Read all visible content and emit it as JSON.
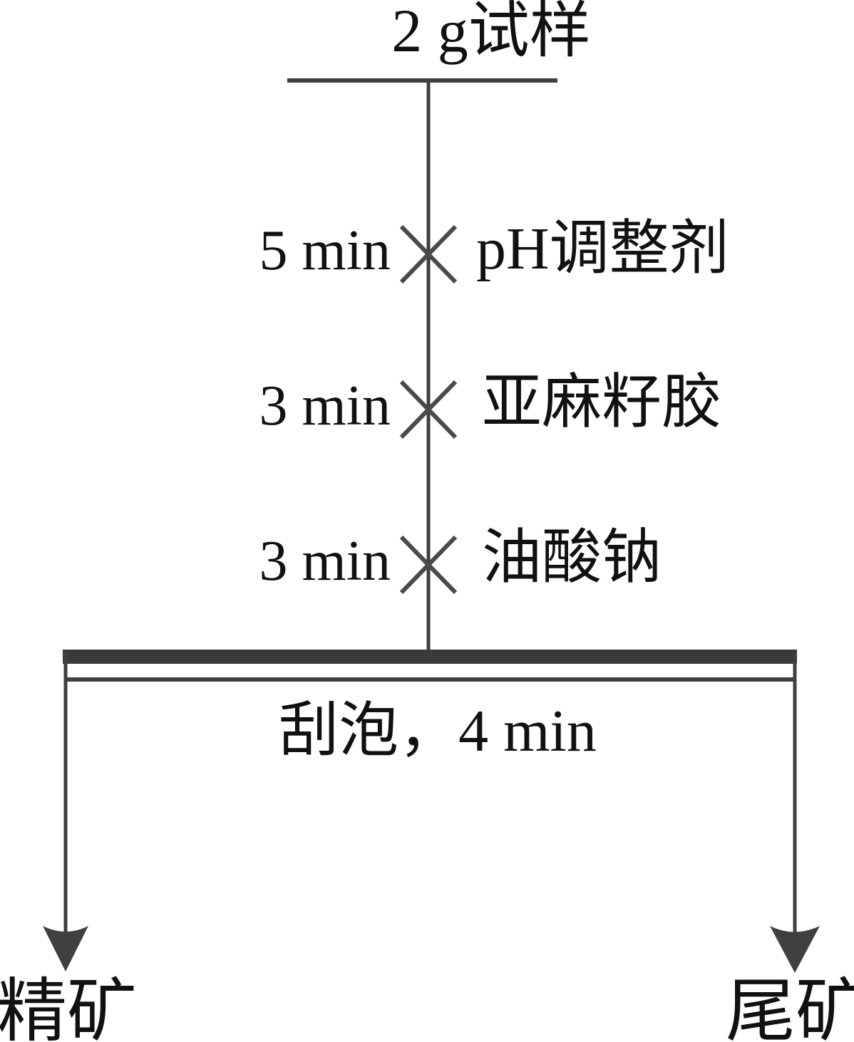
{
  "diagram": {
    "type": "flotation-flowsheet",
    "feed": {
      "label": "2 g试样"
    },
    "conditioning_steps": [
      {
        "time": "5 min",
        "reagent": "pH调整剂",
        "marker": "x-cross-icon"
      },
      {
        "time": "3 min",
        "reagent": "亚麻籽胶",
        "marker": "x-cross-icon"
      },
      {
        "time": "3 min",
        "reagent": "油酸钠",
        "marker": "x-cross-icon"
      }
    ],
    "flotation": {
      "label": "刮泡，4 min"
    },
    "products": {
      "left": "精矿",
      "right": "尾矿"
    },
    "colors": {
      "line": "#3f3f3f",
      "cell_bar": "#3a3a3a",
      "arrow": "#404040",
      "text": "#111111",
      "background": "#ffffff"
    }
  }
}
